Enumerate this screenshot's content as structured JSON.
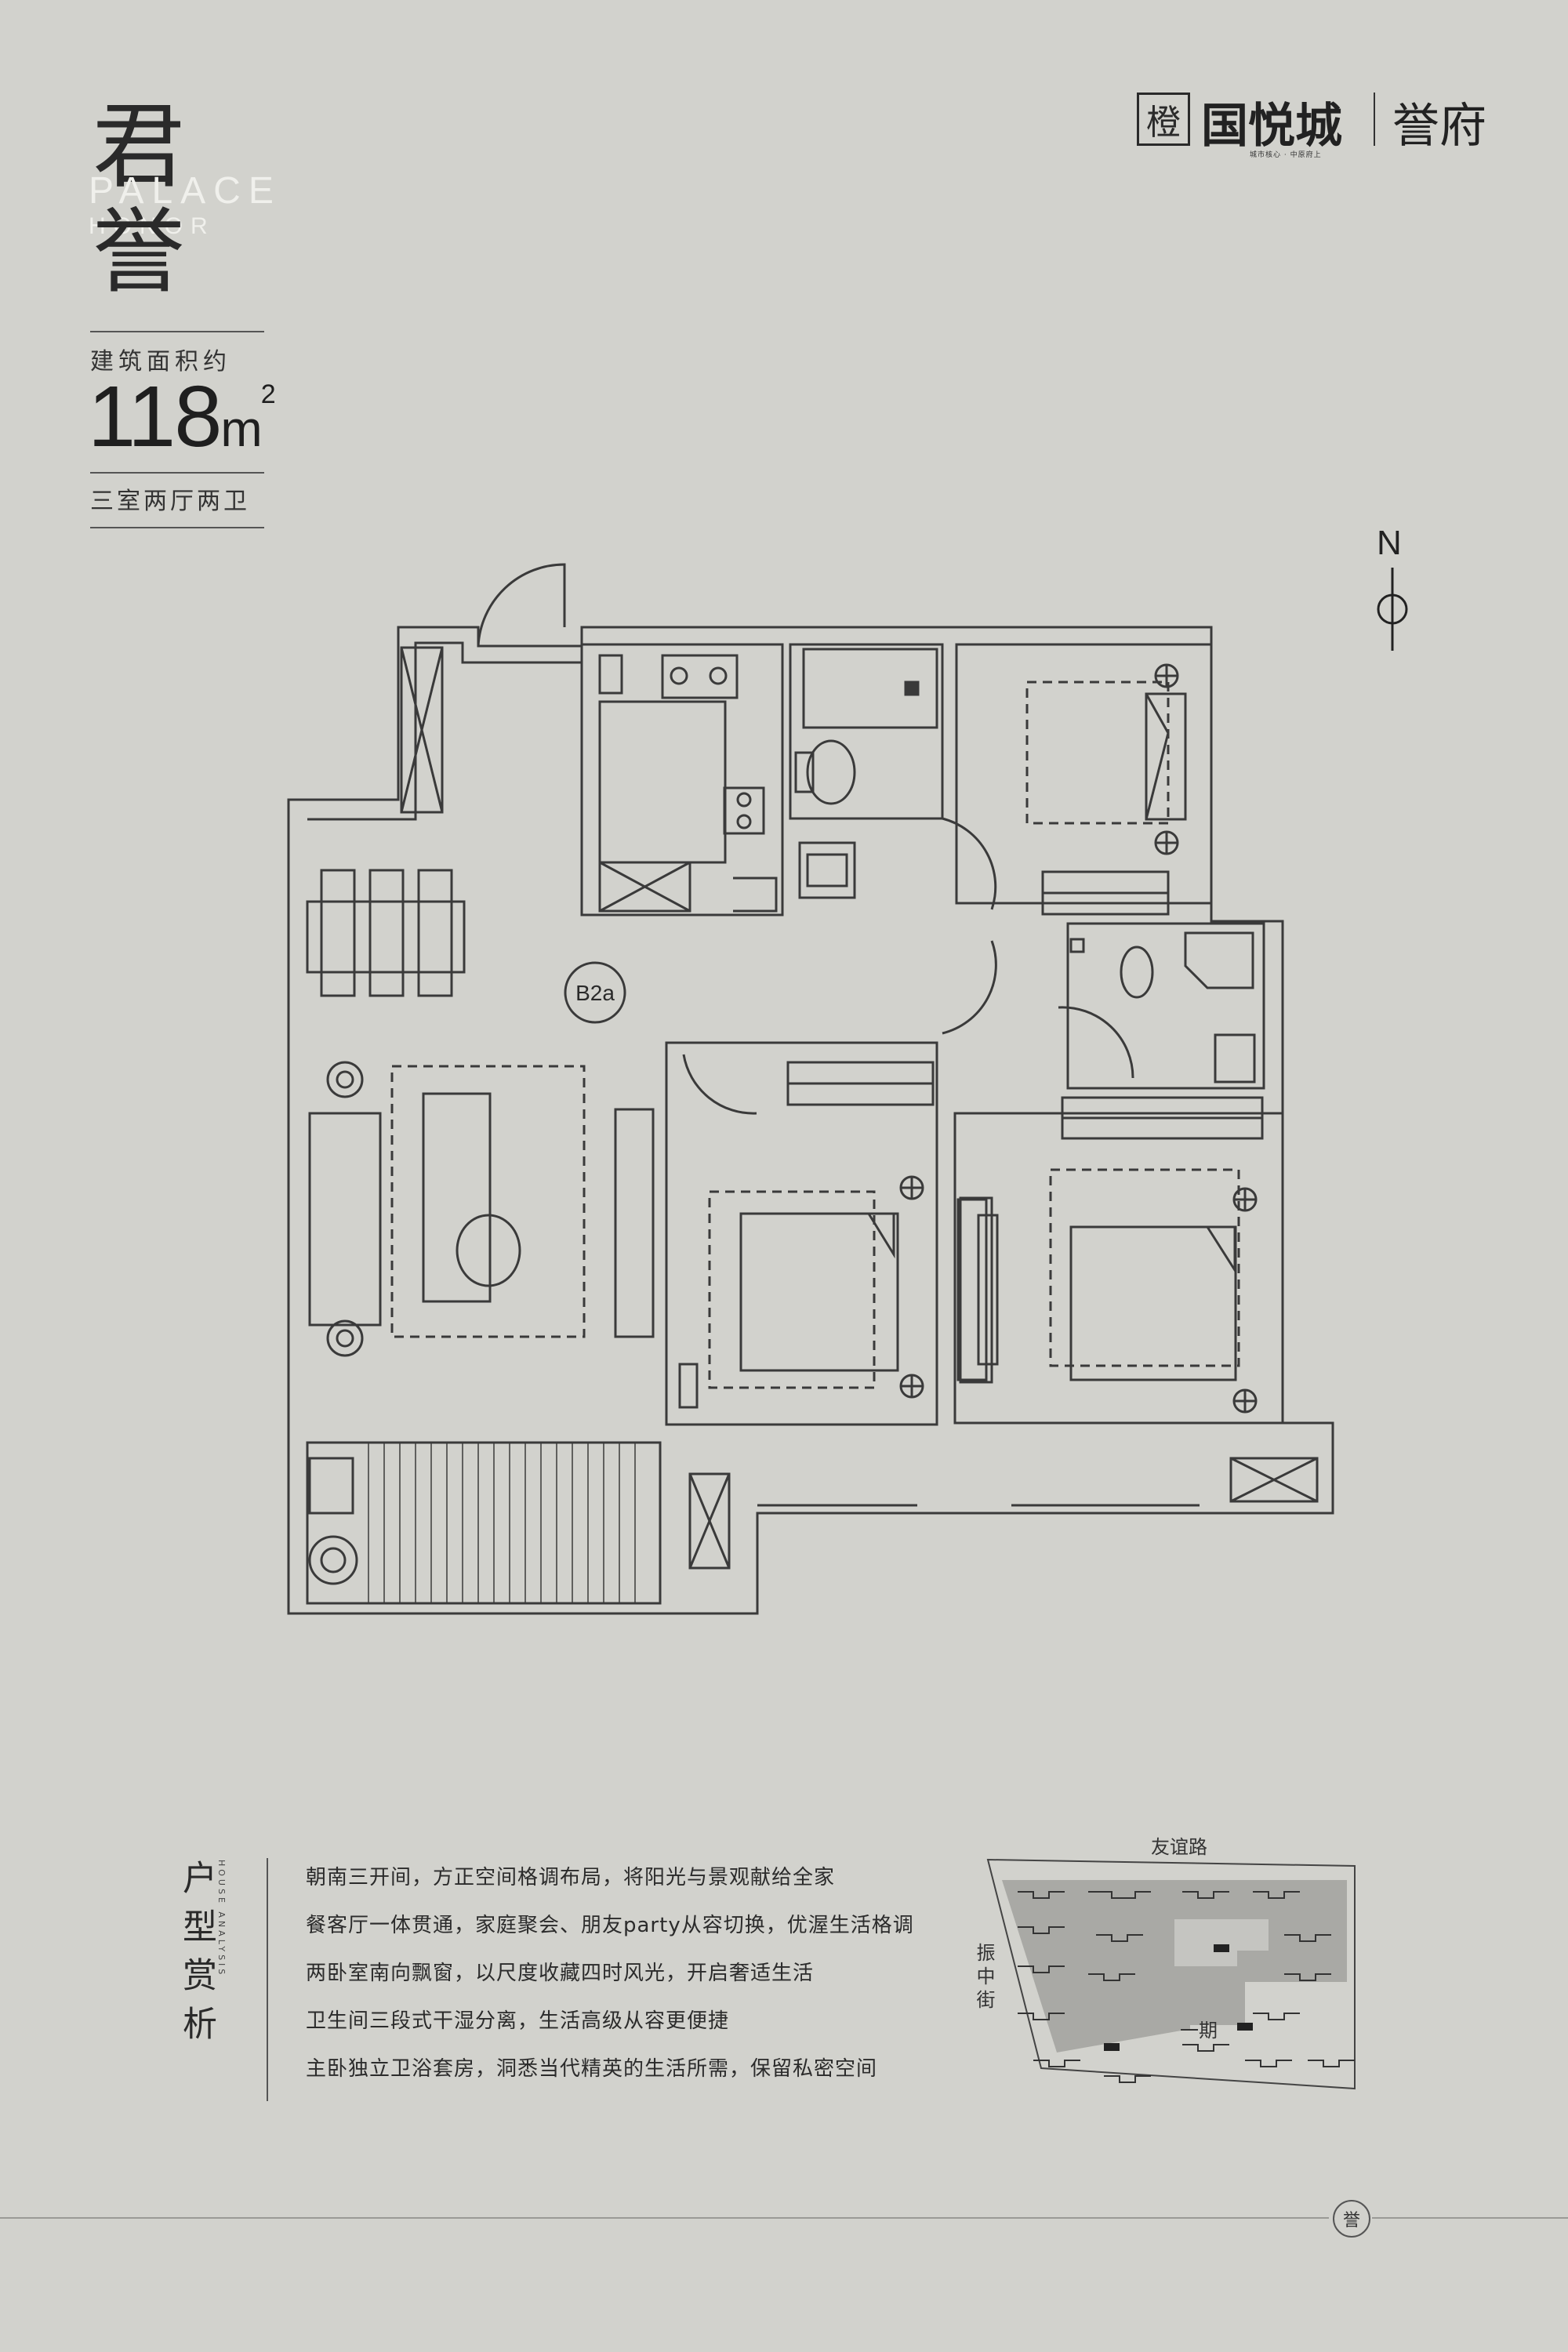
{
  "header": {
    "title_cn_1": "君",
    "title_cn_2": "誉",
    "title_en_1": "PALACE",
    "title_en_2": "HONOR",
    "area_label": "建筑面积约",
    "area_value": "118",
    "area_unit": "m",
    "area_sup": "2",
    "layout_text": "三室两厅两卫"
  },
  "brand": {
    "logo_char": "橙",
    "name": "国悦城",
    "sub": "誉府",
    "tagline": "城市核心 · 中原府上"
  },
  "compass": {
    "north": "N"
  },
  "floorplan": {
    "unit_code": "B2a"
  },
  "features": {
    "title": "户型赏析",
    "title_en": "HOUSE ANALYSIS",
    "lines": [
      "朝南三开间，方正空间格调布局，将阳光与景观献给全家",
      "餐客厅一体贯通，家庭聚会、朋友party从容切换，优渥生活格调",
      "两卧室南向飘窗，以尺度收藏四时风光，开启奢适生活",
      "卫生间三段式干湿分离，生活高级从容更便捷",
      "主卧独立卫浴套房，洞悉当代精英的生活所需，保留私密空间"
    ]
  },
  "site_map": {
    "road_top": "友谊路",
    "road_left": "振中街",
    "phase": "一期"
  },
  "footer": {
    "seal_char": "誉"
  },
  "colors": {
    "background": "#d2d2cd",
    "line": "#3a3a3a",
    "accent_text": "#2a2a2a"
  }
}
